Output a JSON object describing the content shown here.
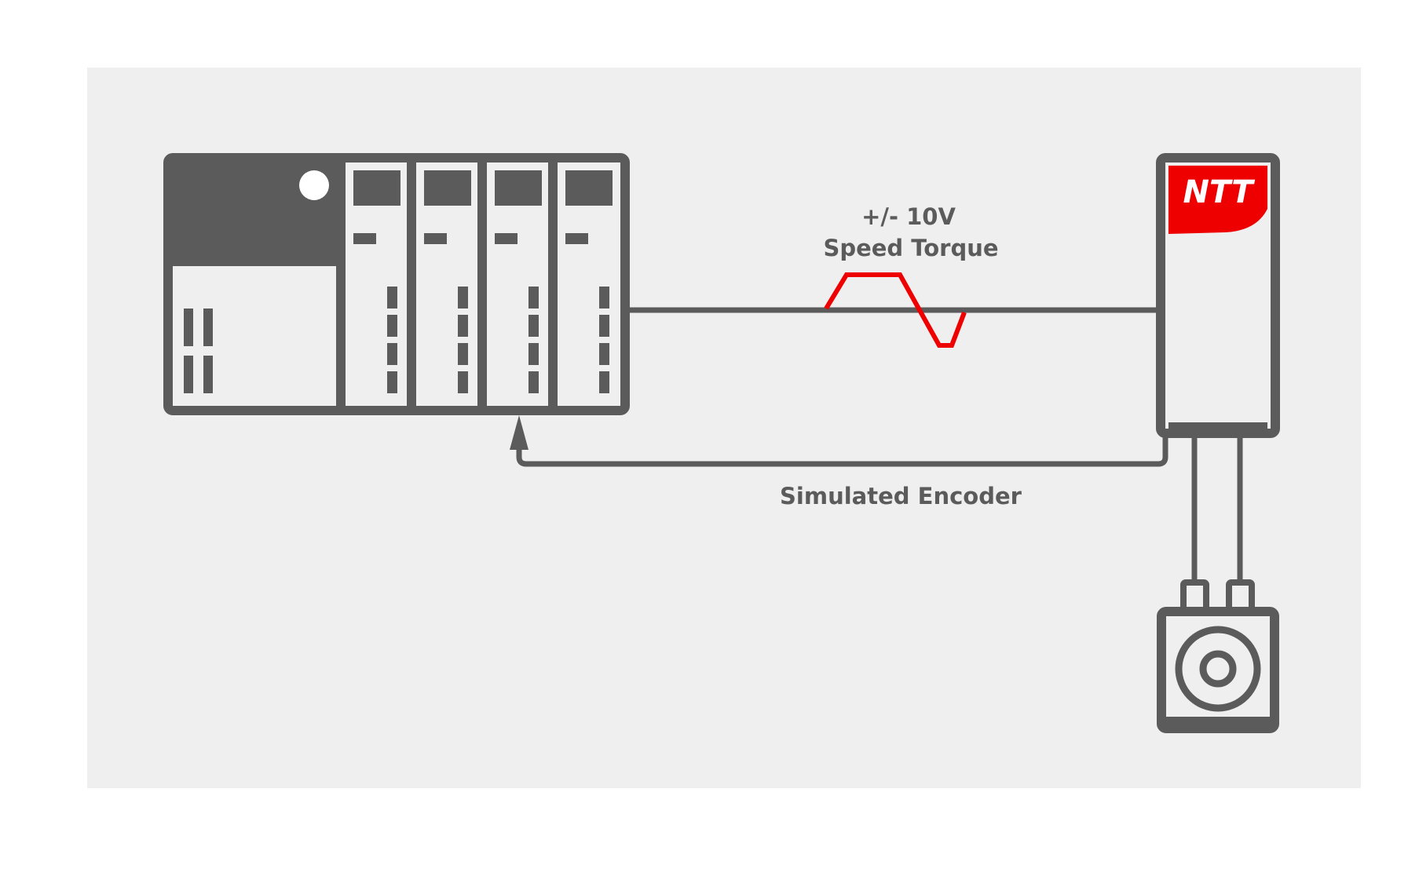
{
  "colors": {
    "background": "#ffffff",
    "panel": "#efefef",
    "line": "#5b5b5b",
    "signal": "#ee0000",
    "white": "#ffffff"
  },
  "labels": {
    "signal_line1": "+/- 10V",
    "signal_line2": "Speed Torque",
    "feedback": "Simulated Encoder"
  },
  "drive": {
    "brand": "NTT"
  },
  "icons": {
    "controller": "plc-rack-icon",
    "drive": "servo-drive-icon",
    "motor": "servo-motor-icon",
    "arrow": "arrow-up-icon"
  }
}
